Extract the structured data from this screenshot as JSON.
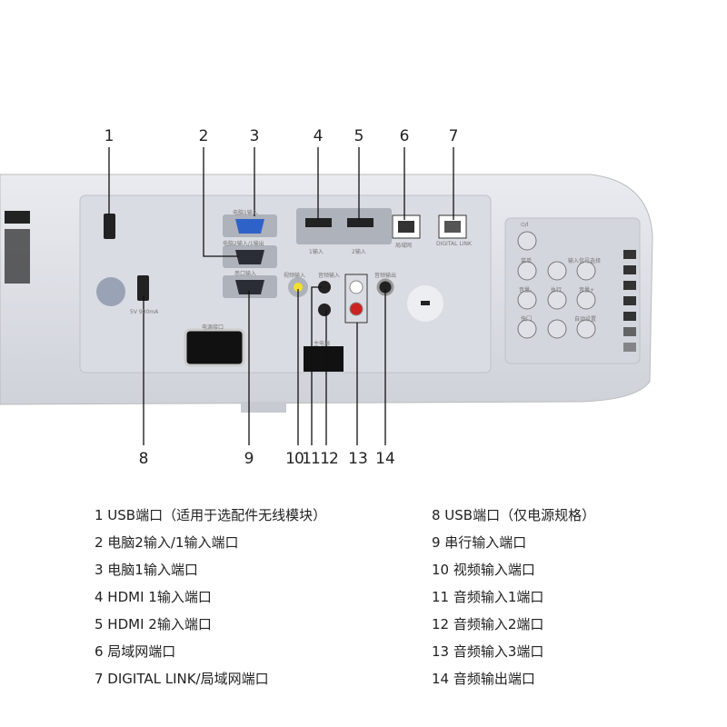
{
  "callouts_top": [
    "1",
    "2",
    "3",
    "4",
    "5",
    "6",
    "7"
  ],
  "callouts_bottom": [
    "8",
    "9",
    "10",
    "11",
    "12",
    "13",
    "14"
  ],
  "panel_labels": {
    "computer1": "电脑1输入",
    "computer2": "电脑2输入/1输出",
    "serial": "串口输入",
    "video": "视频输入",
    "audio_in": "音频输入",
    "audio_out": "音频输出",
    "power_inlet": "电源接口",
    "main_power": "主电源",
    "lan": "局域网",
    "digital_link": "DIGITAL LINK",
    "hdmi1": "1输入",
    "hdmi2": "2输入",
    "usb_power": "5V 900mA"
  },
  "control_panel": {
    "power": "⏻/I",
    "menu": "菜单",
    "input_select": "输入信号选择",
    "vol_down": "音量-",
    "enter": "执行",
    "vol_up": "音量+",
    "shutter": "快门",
    "auto_setup": "自动设置"
  },
  "legend_left": [
    "1 USB端口（适用于选配件无线模块）",
    "2 电脑2输入/1输入端口",
    "3 电脑1输入端口",
    "4 HDMI 1输入端口",
    "5 HDMI 2输入端口",
    "6 局域网端口",
    "7 DIGITAL LINK/局域网端口"
  ],
  "legend_right": [
    "8 USB端口（仅电源规格）",
    "9 串行输入端口",
    "10 视频输入端口",
    "11 音频输入1端口",
    "12 音频输入2端口",
    "13 音频输入3端口",
    "14 音频输出端口"
  ]
}
